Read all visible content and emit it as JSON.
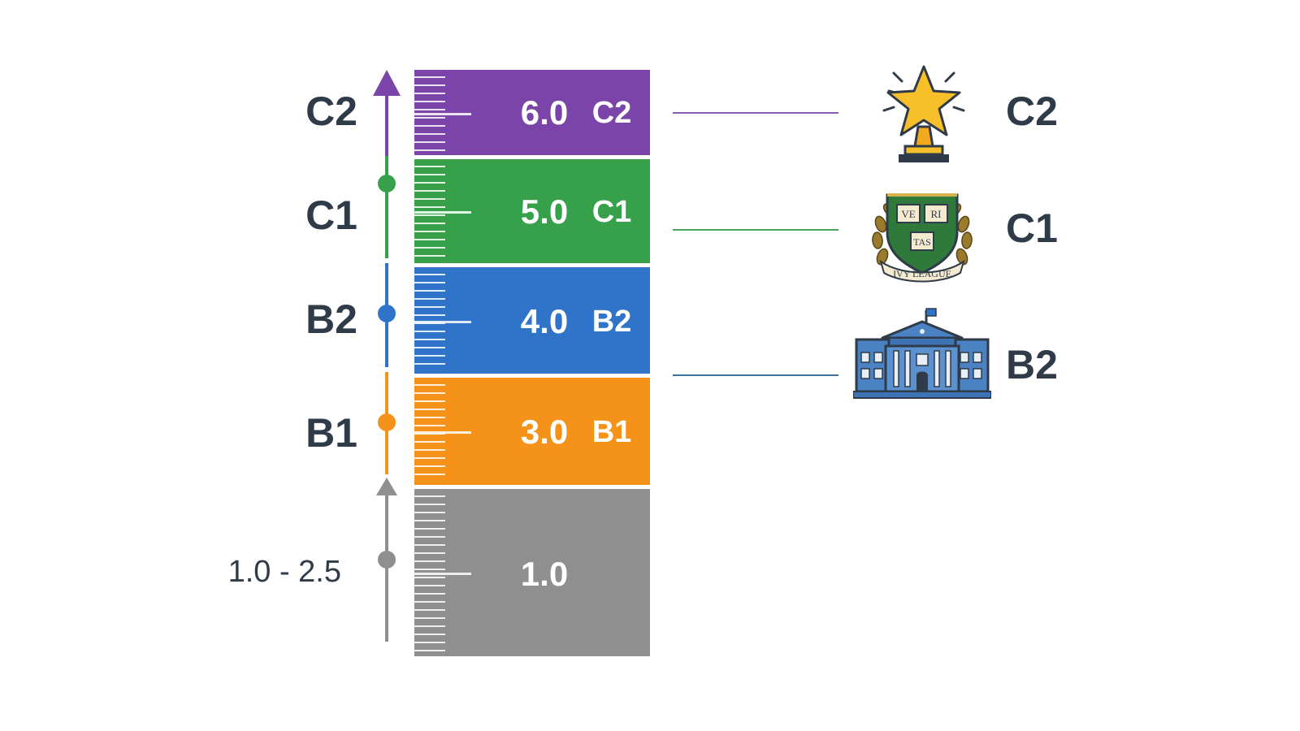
{
  "scale": {
    "bands": [
      {
        "level": "C2",
        "score": "6.0",
        "left_label": "C2",
        "color": "#7b44a8"
      },
      {
        "level": "C1",
        "score": "5.0",
        "left_label": "C1",
        "color": "#36a04a"
      },
      {
        "level": "B2",
        "score": "4.0",
        "left_label": "B2",
        "color": "#2f74c8"
      },
      {
        "level": "B1",
        "score": "3.0",
        "left_label": "B1",
        "color": "#f59219"
      },
      {
        "level": "",
        "score": "1.0",
        "left_label": "1.0 - 2.5",
        "color": "#8f8f8f"
      }
    ]
  },
  "milestones": [
    {
      "label": "C2",
      "icon": "trophy-icon",
      "color": "#7b44a8"
    },
    {
      "label": "C1",
      "icon": "crest-icon",
      "color": "#36a04a"
    },
    {
      "label": "B2",
      "icon": "university-building-icon",
      "color": "#2f74c8"
    }
  ],
  "crest": {
    "book_left": "VE",
    "book_right": "RI",
    "book_bottom": "TAS",
    "ribbon": "IVY LEAGUE"
  }
}
